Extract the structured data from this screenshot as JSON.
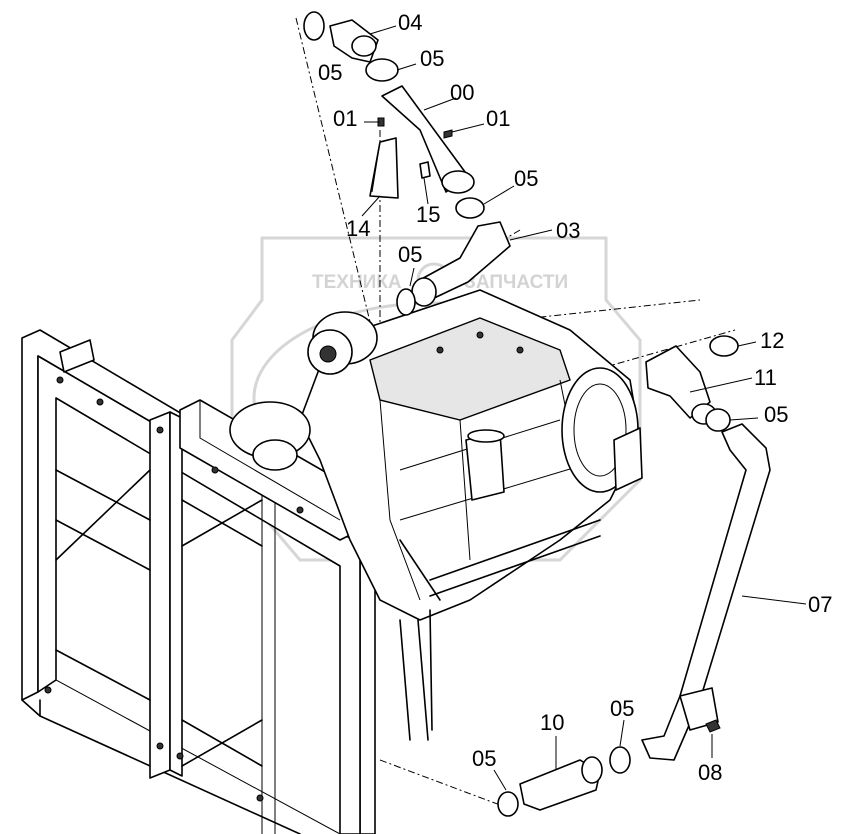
{
  "watermark": {
    "left_text": "ТЕХНИКА",
    "right_text": "ЗАПЧАСТИ"
  },
  "callouts": [
    {
      "id": "c04a",
      "label": "04"
    },
    {
      "id": "c05a",
      "label": "05"
    },
    {
      "id": "c05b",
      "label": "05"
    },
    {
      "id": "c00",
      "label": "00"
    },
    {
      "id": "c01a",
      "label": "01"
    },
    {
      "id": "c01b",
      "label": "01"
    },
    {
      "id": "c05c",
      "label": "05"
    },
    {
      "id": "c14",
      "label": "14"
    },
    {
      "id": "c15",
      "label": "15"
    },
    {
      "id": "c03",
      "label": "03"
    },
    {
      "id": "c05d",
      "label": "05"
    },
    {
      "id": "c12",
      "label": "12"
    },
    {
      "id": "c11",
      "label": "11"
    },
    {
      "id": "c05e",
      "label": "05"
    },
    {
      "id": "c07",
      "label": "07"
    },
    {
      "id": "c10",
      "label": "10"
    },
    {
      "id": "c05f",
      "label": "05"
    },
    {
      "id": "c05g",
      "label": "05"
    },
    {
      "id": "c08",
      "label": "08"
    }
  ]
}
